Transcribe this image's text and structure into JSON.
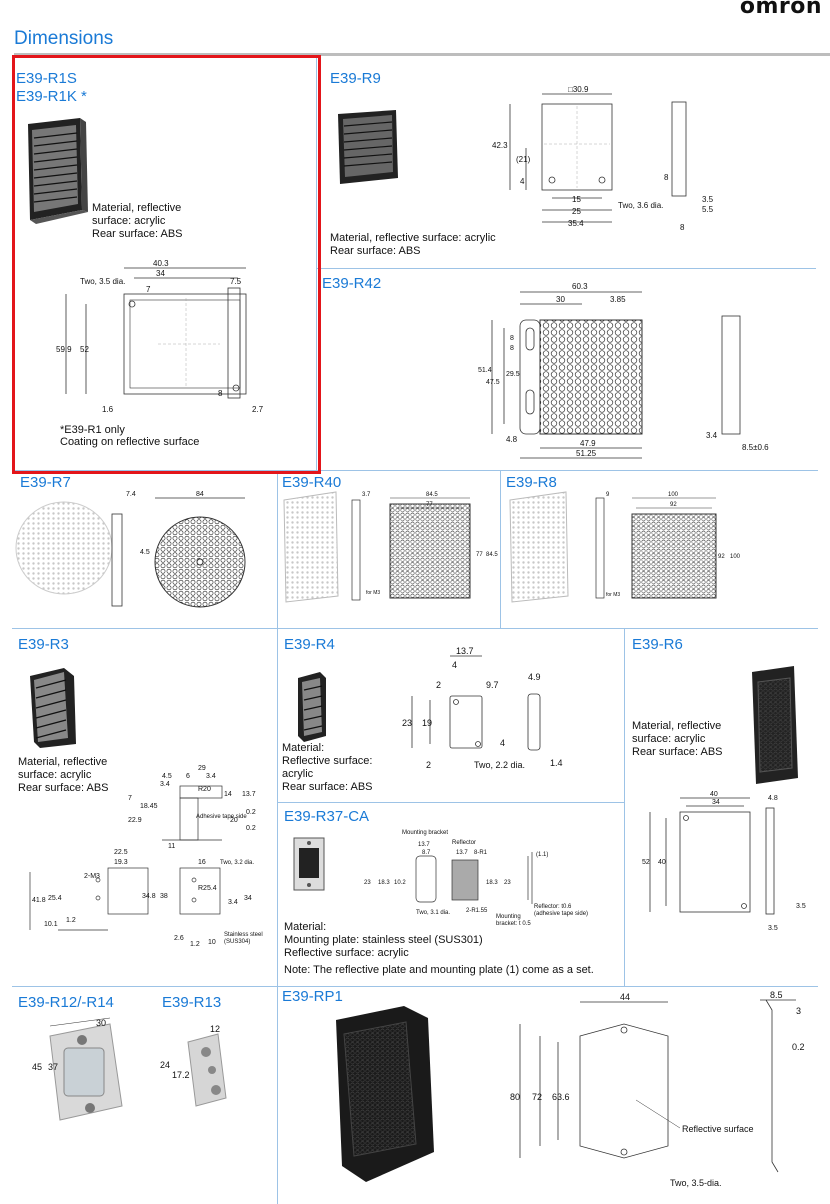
{
  "header": {
    "brand": "omron",
    "title": "Dimensions"
  },
  "sections": {
    "r1s": {
      "title1": "E39-R1S",
      "title2": "E39-R1K *",
      "material": [
        "Material, reflective",
        "surface: acrylic",
        "Rear surface: ABS"
      ],
      "footnote": [
        "*E39-R1 only",
        "Coating on reflective surface"
      ],
      "dims": {
        "w": "40.3",
        "inner": "34",
        "hole": "Two, 3.5 dia.",
        "seven": "7",
        "h1": "59.9",
        "h2": "52",
        "eight": "8",
        "bottom": "1.6",
        "side": "7.5",
        "side2": "2.7"
      }
    },
    "r9": {
      "title": "E39-R9",
      "material": [
        "Material, reflective surface: acrylic",
        "Rear surface: ABS"
      ],
      "dims": {
        "w": "□30.9",
        "h": "42.3",
        "mid": "(21)",
        "four": "4",
        "fifteen": "15",
        "twentyfive": "25",
        "total": "35.4",
        "hole": "Two, 3.6 dia.",
        "side8": "8",
        "s35": "3.5",
        "s55": "5.5",
        "s8b": "8"
      }
    },
    "r42": {
      "title": "E39-R42",
      "dims": {
        "w": "60.3",
        "half": "30",
        "r": "3.85",
        "d8a": "8",
        "d8b": "8",
        "d29": "29.5",
        "h1": "51.4",
        "h2": "47.5",
        "left": "4.8",
        "inner": "47.9",
        "total": "51.25",
        "side": "3.4",
        "depth": "8.5±0.6"
      }
    },
    "r7": {
      "title": "E39-R7",
      "dims": {
        "d84": "84",
        "d74": "7.4",
        "d45": "4.5"
      }
    },
    "r40": {
      "title": "E39-R40",
      "dims": {
        "w1": "84.5",
        "w2": "77",
        "h1": "77",
        "h2": "84.5",
        "side": "3.7",
        "m3": "for M3"
      }
    },
    "r8": {
      "title": "E39-R8",
      "dims": {
        "w1": "100",
        "w2": "92",
        "h1": "92",
        "h2": "100",
        "side": "9",
        "m3": "for M3"
      }
    },
    "r3": {
      "title": "E39-R3",
      "material": [
        "Material, reflective",
        "surface: acrylic",
        "Rear surface: ABS"
      ],
      "dims": {
        "d29": "29",
        "d45": "4.5",
        "d6": "6",
        "d34": "3.4",
        "d34b": "3.4",
        "r20": "R20",
        "d14": "14",
        "d137": "13.7",
        "d7": "7",
        "d1845": "18.45",
        "d02": "0.2",
        "d229": "22.9",
        "d20": "20",
        "d02b": "0.2",
        "adh": "Adhesive tape side",
        "d11": "11",
        "d225": "22.5",
        "d193": "19.3",
        "m3": "2-M3",
        "d418": "41.8",
        "d254": "25.4",
        "d348": "34.8",
        "d38": "38",
        "d101": "10.1",
        "d12": "1.2",
        "d16": "16",
        "hole": "Two, 3.2 dia.",
        "r254": "R25.4",
        "d34c": "3.4",
        "d34d": "34",
        "d26": "2.6",
        "d12b": "1.2",
        "d10": "10",
        "steel": "Stainless steel",
        "sus": "(SUS304)"
      }
    },
    "r4": {
      "title": "E39-R4",
      "material": [
        "Material:",
        "Reflective surface:",
        "acrylic",
        "Rear surface: ABS"
      ],
      "dims": {
        "d137": "13.7",
        "d4": "4",
        "d2": "2",
        "d97": "9.7",
        "d49": "4.9",
        "d23": "23",
        "d19": "19",
        "d4b": "4",
        "d2b": "2",
        "hole": "Two, 2.2 dia.",
        "d14": "1.4"
      }
    },
    "r37": {
      "title": "E39-R37-CA",
      "material": [
        "Material:",
        "Mounting plate: stainless steel (SUS301)",
        "Reflective surface: acrylic"
      ],
      "note": "Note: The reflective plate and mounting plate (1) come as a set.",
      "dims": {
        "bracket": "Mounting bracket",
        "reflector": "Reflector",
        "d137": "13.7",
        "d87": "8.7",
        "r1": "8-R1",
        "d23": "23",
        "d183": "18.3",
        "d102": "10.2",
        "d183b": "18.3",
        "d23b": "23",
        "hole": "Two, 3.1 dia.",
        "r155": "2-R1.55",
        "d11": "(1.1)",
        "refl": "Reflector: t0.6",
        "tape": "(adhesive tape side)",
        "mnt": "Mounting",
        "brk": "bracket: t 0.5"
      }
    },
    "r6": {
      "title": "E39-R6",
      "material": [
        "Material, reflective",
        "surface: acrylic",
        "Rear surface: ABS"
      ],
      "dims": {
        "d40": "40",
        "d34": "34",
        "d52": "52",
        "d40b": "40",
        "d48": "4.8",
        "d35": "3.5",
        "d35b": "3.5"
      }
    },
    "r12": {
      "title": "E39-R12/-R14",
      "dims": {
        "d30": "30",
        "d45": "45",
        "d37": "37"
      }
    },
    "r13": {
      "title": "E39-R13",
      "dims": {
        "d12": "12",
        "d24": "24",
        "d172": "17.2"
      }
    },
    "rp1": {
      "title": "E39-RP1",
      "dims": {
        "d44": "44",
        "d80": "80",
        "d72": "72",
        "d636": "63.6",
        "refl": "Reflective surface",
        "hole": "Two, 3.5-dia.",
        "d85": "8.5",
        "d3": "3",
        "d02": "0.2"
      }
    }
  }
}
